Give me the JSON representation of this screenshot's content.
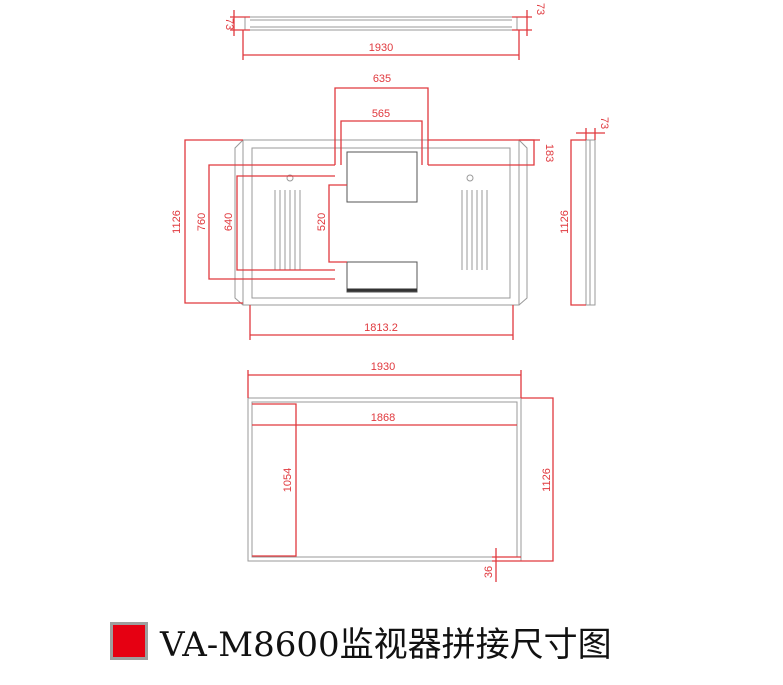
{
  "colors": {
    "dimension": "#e0393e",
    "outline": "#9a9a9a",
    "swatch": "#e60012"
  },
  "top_view": {
    "depth_left": "73",
    "depth_right": "73",
    "width": "1930"
  },
  "front_view": {
    "bracket_outer_width": "635",
    "bracket_inner_width": "565",
    "bracket_height": "183",
    "total_height": "1126",
    "mount_height_760": "760",
    "mount_height_640": "640",
    "vesa_height": "520",
    "hole_span": "1813.2"
  },
  "side_view": {
    "depth": "73",
    "height": "1126"
  },
  "screen_view": {
    "width": "1930",
    "active_width": "1868",
    "active_height": "1054",
    "height": "1126",
    "bezel": "36"
  },
  "caption": {
    "text": "VA-M8600监视器拼接尺寸图"
  }
}
